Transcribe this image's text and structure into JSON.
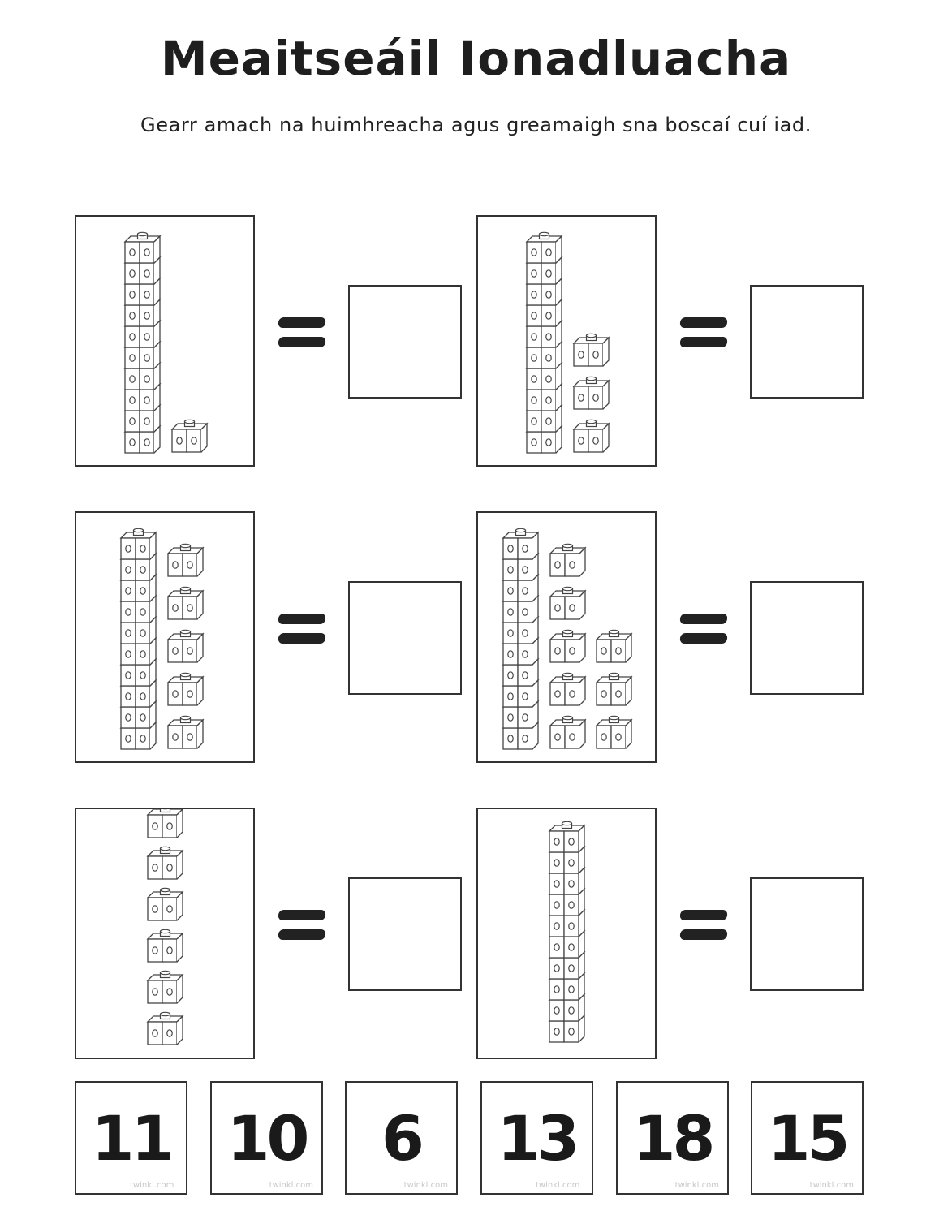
{
  "page": {
    "title": "Meaitseáil Ionadluacha",
    "instruction": "Gearr amach na huimhreacha agus greamaigh sna boscaí cuí iad."
  },
  "problems": [
    {
      "tens": 1,
      "ones": 1
    },
    {
      "tens": 1,
      "ones": 3
    },
    {
      "tens": 1,
      "ones": 5
    },
    {
      "tens": 1,
      "ones": 8
    },
    {
      "tens": 0,
      "ones": 6
    },
    {
      "tens": 1,
      "ones": 0
    }
  ],
  "cards": [
    {
      "number": "11",
      "watermark": "twinkl.com"
    },
    {
      "number": "10",
      "watermark": "twinkl.com"
    },
    {
      "number": "6",
      "watermark": "twinkl.com"
    },
    {
      "number": "13",
      "watermark": "twinkl.com"
    },
    {
      "number": "18",
      "watermark": "twinkl.com"
    },
    {
      "number": "15",
      "watermark": "twinkl.com"
    }
  ],
  "colors": {
    "ink": "#222222",
    "border": "#333333",
    "watermark": "#c8c8c8"
  },
  "icons": {
    "rod": "ten-rod-icon",
    "cube": "unit-cube-icon"
  }
}
